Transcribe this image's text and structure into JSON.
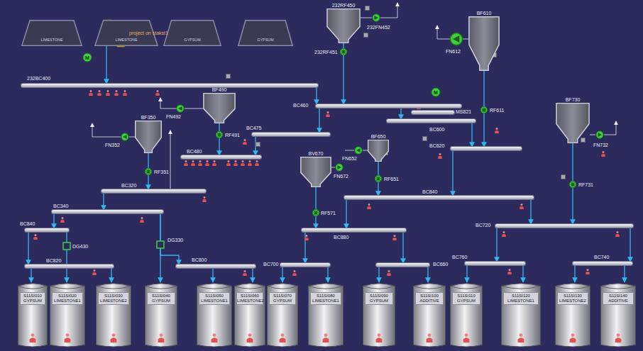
{
  "diagram": {
    "nodes": [
      {
        "text": [
          "LIMESTONE"
        ]
      },
      {
        "text": [
          "LIMESTONE"
        ]
      },
      {
        "text": [
          "GYPSUM"
        ]
      },
      {
        "text": [
          "GYPSUM"
        ]
      },
      {
        "text": [
          "232RF450"
        ]
      },
      {
        "text": [
          "BF610"
        ]
      },
      {
        "text": [
          "232BC400"
        ]
      },
      {
        "text": [
          "BF490"
        ]
      },
      {
        "text": [
          "BC460"
        ]
      },
      {
        "text": [
          "MS821"
        ]
      },
      {
        "text": [
          "BC600"
        ]
      },
      {
        "text": [
          "BF350"
        ]
      },
      {
        "text": [
          "BC475"
        ]
      },
      {
        "text": [
          "BF650"
        ]
      },
      {
        "text": [
          "BC620"
        ]
      },
      {
        "text": [
          "BF730"
        ]
      },
      {
        "text": [
          "BC480"
        ]
      },
      {
        "text": [
          "BV670"
        ]
      },
      {
        "text": [
          "BC320"
        ]
      },
      {
        "text": [
          "BC840"
        ]
      },
      {
        "text": [
          "BC340"
        ]
      },
      {
        "text": [
          "BC840"
        ]
      },
      {
        "text": [
          "BC880"
        ]
      },
      {
        "text": [
          "BC720"
        ]
      },
      {
        "text": [
          "BC820"
        ]
      },
      {
        "text": [
          "BC800"
        ]
      },
      {
        "text": [
          "BC700"
        ]
      },
      {
        "text": [
          "BC660"
        ]
      },
      {
        "text": [
          "BC760"
        ]
      },
      {
        "text": [
          "BC740"
        ]
      },
      {
        "text": [
          "S11SI010",
          "GYPSUM"
        ]
      },
      {
        "text": [
          "S11SI020",
          "LIMESTONE1"
        ]
      },
      {
        "text": [
          "S11SI030",
          "LIMESTONE2"
        ]
      },
      {
        "text": [
          "S11SI040",
          "GYPSUM"
        ]
      },
      {
        "text": [
          "S11SI050",
          "LIMESTONE1"
        ]
      },
      {
        "text": [
          "S11SI060",
          "LIMESTONE2"
        ]
      },
      {
        "text": [
          "S11SI070",
          "GYPSUM"
        ]
      },
      {
        "text": [
          "S11SI080",
          "LIMESTONE1"
        ]
      },
      {
        "text": [
          "S11SI090",
          "GYPSUM"
        ]
      },
      {
        "text": [
          "S11SI100",
          "ADDITIVE"
        ]
      },
      {
        "text": [
          "S11SI110",
          "GYPSUM"
        ]
      },
      {
        "text": [
          "S11SI120",
          "LIMESTONE1"
        ]
      },
      {
        "text": [
          "S11SI130",
          "LIMESTONE2"
        ]
      },
      {
        "text": [
          "S11SI140",
          "ADDITIVE"
        ]
      }
    ],
    "edges": [
      {
        "from": 1,
        "to": 6,
        "arrow": "to"
      },
      {
        "from": 6,
        "to": 8,
        "arrow": "to"
      },
      {
        "from": 4,
        "to": 8,
        "arrow": "to"
      },
      {
        "from": 8,
        "to": 12,
        "arrow": "to"
      },
      {
        "from": 8,
        "to": 10,
        "arrow": "to"
      },
      {
        "from": 12,
        "to": 16,
        "arrow": "to"
      },
      {
        "from": 7,
        "to": 16,
        "arrow": "to"
      },
      {
        "from": 11,
        "to": 18,
        "arrow": "to"
      },
      {
        "from": 18,
        "to": 20,
        "arrow": "to"
      },
      {
        "from": 20,
        "to": 21,
        "arrow": "to"
      },
      {
        "from": 20,
        "to": 33,
        "arrow": "to"
      },
      {
        "from": 20,
        "to": 25,
        "arrow": "to"
      },
      {
        "from": 21,
        "to": 24,
        "arrow": "to"
      },
      {
        "from": 21,
        "to": 31,
        "arrow": "to"
      },
      {
        "from": 24,
        "to": 30,
        "arrow": "to"
      },
      {
        "from": 24,
        "to": 32,
        "arrow": "to"
      },
      {
        "from": 25,
        "to": 34,
        "arrow": "to"
      },
      {
        "from": 25,
        "to": 35,
        "arrow": "to"
      },
      {
        "from": 17,
        "to": 22,
        "arrow": "to"
      },
      {
        "from": 22,
        "to": 26,
        "arrow": "to"
      },
      {
        "from": 22,
        "to": 27,
        "arrow": "to"
      },
      {
        "from": 26,
        "to": 36,
        "arrow": "to"
      },
      {
        "from": 26,
        "to": 37,
        "arrow": "to"
      },
      {
        "from": 27,
        "to": 38,
        "arrow": "to"
      },
      {
        "from": 27,
        "to": 39,
        "arrow": "to"
      },
      {
        "from": 13,
        "to": 19,
        "arrow": "to"
      },
      {
        "from": 19,
        "to": 22,
        "arrow": "to"
      },
      {
        "from": 19,
        "to": 23,
        "arrow": "to"
      },
      {
        "from": 10,
        "to": 14,
        "arrow": "to"
      },
      {
        "from": 5,
        "to": 14,
        "arrow": "to"
      },
      {
        "from": 14,
        "to": 19,
        "arrow": "to"
      },
      {
        "from": 15,
        "to": 23,
        "arrow": "to"
      },
      {
        "from": 23,
        "to": 28,
        "arrow": "to"
      },
      {
        "from": 23,
        "to": 29,
        "arrow": "to"
      },
      {
        "from": 28,
        "to": 40,
        "arrow": "to"
      },
      {
        "from": 28,
        "to": 41,
        "arrow": "to"
      },
      {
        "from": 29,
        "to": 42,
        "arrow": "to"
      },
      {
        "from": 29,
        "to": 43,
        "arrow": "to"
      }
    ],
    "labels": [
      "project on stakst1",
      "M",
      "232FN452",
      "232RF451",
      "FN612",
      "FN492",
      "RF491",
      "RF611",
      "M",
      "FN352",
      "FN652",
      "FN732",
      "RF351",
      "FN672",
      "RF651",
      "RF731",
      "RF571",
      "DG430",
      "DG330"
    ]
  }
}
